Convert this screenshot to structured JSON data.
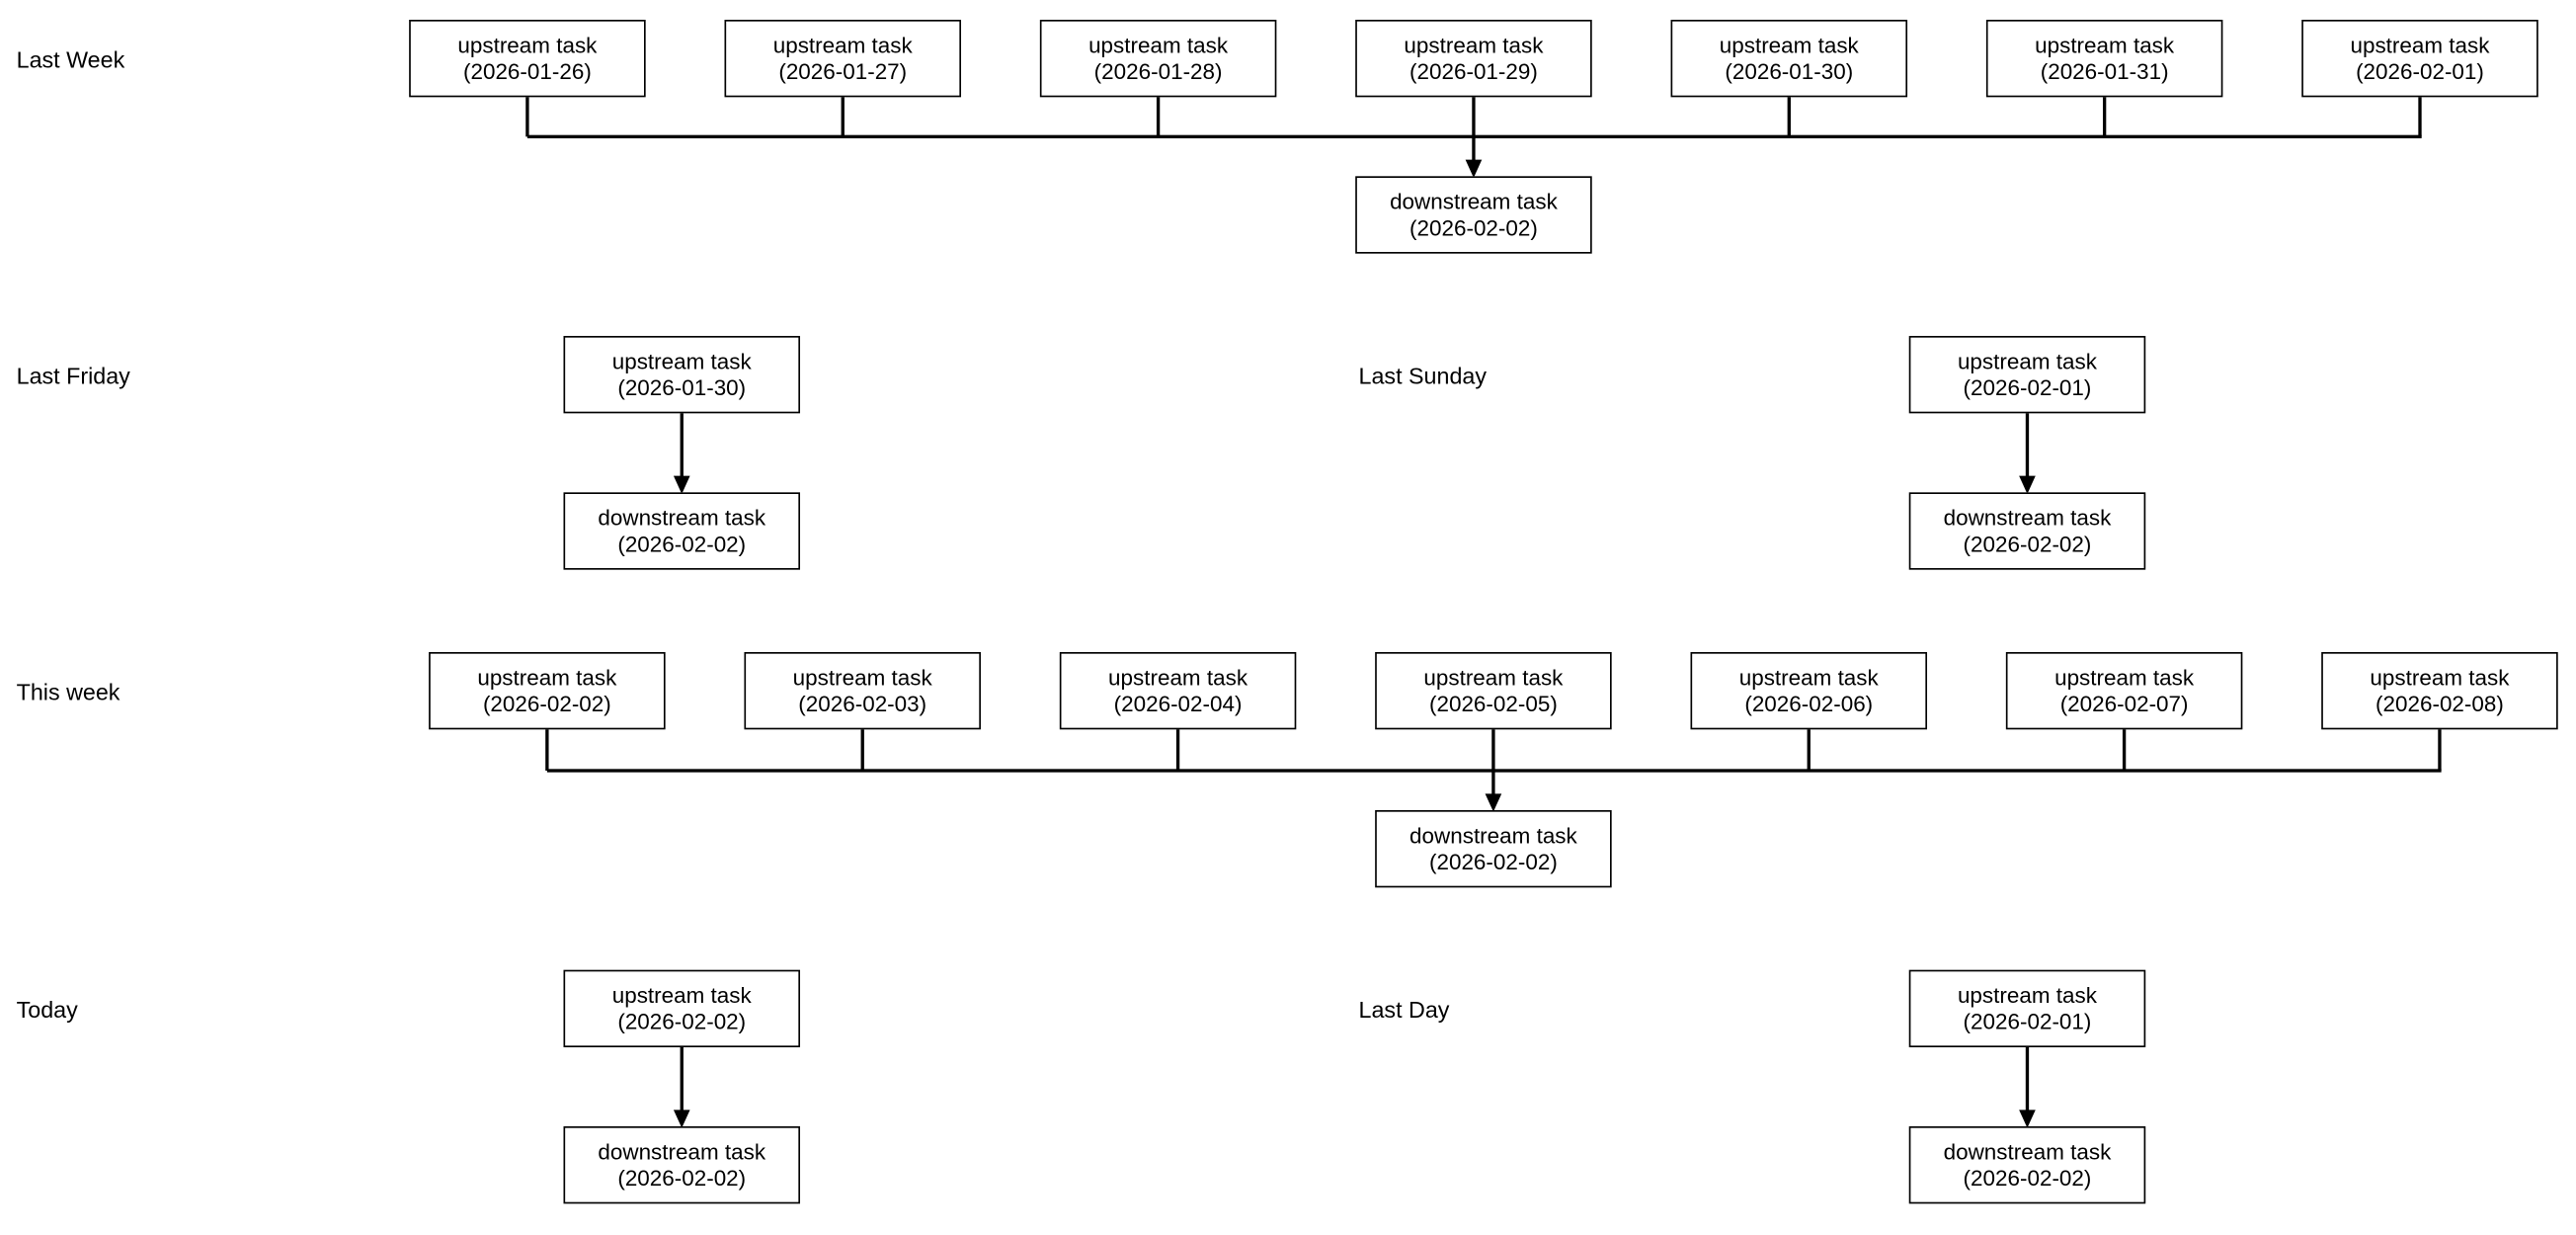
{
  "colors": {
    "background": "#ffffff",
    "node_fill": "#ffffff",
    "node_border": "#000000",
    "text": "#000000",
    "line": "#000000"
  },
  "sections": {
    "last_week": {
      "label": "Last Week",
      "upstream": [
        {
          "title": "upstream task",
          "date": "(2026-01-26)"
        },
        {
          "title": "upstream task",
          "date": "(2026-01-27)"
        },
        {
          "title": "upstream task",
          "date": "(2026-01-28)"
        },
        {
          "title": "upstream task",
          "date": "(2026-01-29)"
        },
        {
          "title": "upstream task",
          "date": "(2026-01-30)"
        },
        {
          "title": "upstream task",
          "date": "(2026-01-31)"
        },
        {
          "title": "upstream task",
          "date": "(2026-02-01)"
        }
      ],
      "downstream": {
        "title": "downstream task",
        "date": "(2026-02-02)"
      }
    },
    "last_friday": {
      "label": "Last Friday",
      "upstream": {
        "title": "upstream task",
        "date": "(2026-01-30)"
      },
      "downstream": {
        "title": "downstream task",
        "date": "(2026-02-02)"
      }
    },
    "last_sunday": {
      "label": "Last Sunday",
      "upstream": {
        "title": "upstream task",
        "date": "(2026-02-01)"
      },
      "downstream": {
        "title": "downstream task",
        "date": "(2026-02-02)"
      }
    },
    "this_week": {
      "label": "This week",
      "upstream": [
        {
          "title": "upstream task",
          "date": "(2026-02-02)"
        },
        {
          "title": "upstream task",
          "date": "(2026-02-03)"
        },
        {
          "title": "upstream task",
          "date": "(2026-02-04)"
        },
        {
          "title": "upstream task",
          "date": "(2026-02-05)"
        },
        {
          "title": "upstream task",
          "date": "(2026-02-06)"
        },
        {
          "title": "upstream task",
          "date": "(2026-02-07)"
        },
        {
          "title": "upstream task",
          "date": "(2026-02-08)"
        }
      ],
      "downstream": {
        "title": "downstream task",
        "date": "(2026-02-02)"
      }
    },
    "today": {
      "label": "Today",
      "upstream": {
        "title": "upstream task",
        "date": "(2026-02-02)"
      },
      "downstream": {
        "title": "downstream task",
        "date": "(2026-02-02)"
      }
    },
    "last_day": {
      "label": "Last Day",
      "upstream": {
        "title": "upstream task",
        "date": "(2026-02-01)"
      },
      "downstream": {
        "title": "downstream task",
        "date": "(2026-02-02)"
      }
    }
  }
}
